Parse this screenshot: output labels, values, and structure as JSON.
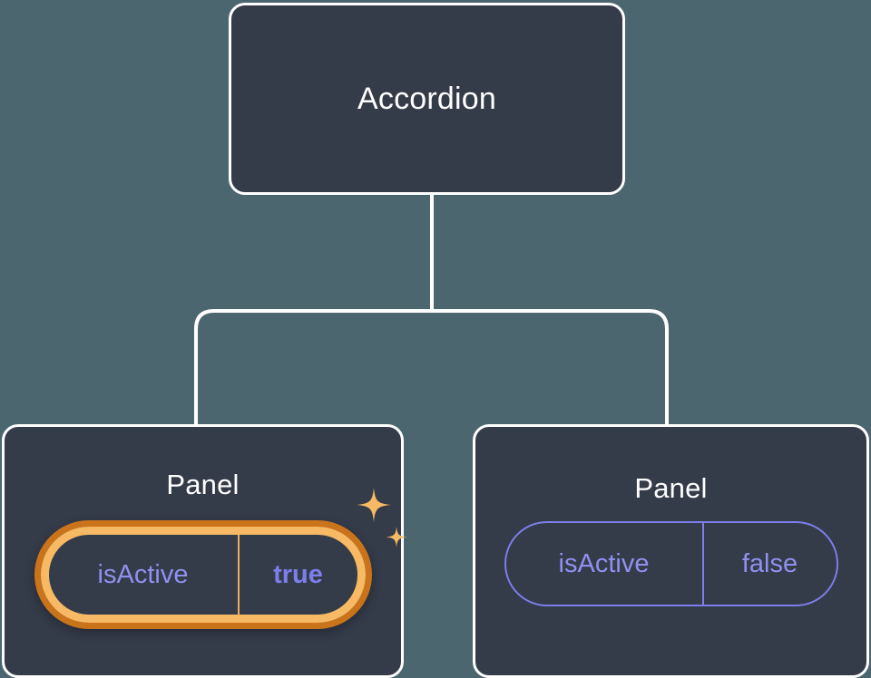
{
  "diagram": {
    "type": "component-tree",
    "background_color": "#4c6670",
    "node_fill_color": "#343b49",
    "node_border_color": "#ffffff",
    "edge_color": "#ffffff",
    "prop_text_color": "#8f91ee",
    "prop_border_color": "#7c7fea",
    "highlight_outer_ring_color": "#c9731a",
    "highlight_inner_ring_color": "#f7b963",
    "sparkle_color": "#f7b963",
    "root": {
      "title": "Accordion"
    },
    "children": [
      {
        "title": "Panel",
        "highlighted": true,
        "prop": {
          "key": "isActive",
          "value": "true"
        },
        "sparkle_icons": [
          "sparkle-large-icon",
          "sparkle-small-icon"
        ]
      },
      {
        "title": "Panel",
        "highlighted": false,
        "prop": {
          "key": "isActive",
          "value": "false"
        }
      }
    ]
  }
}
